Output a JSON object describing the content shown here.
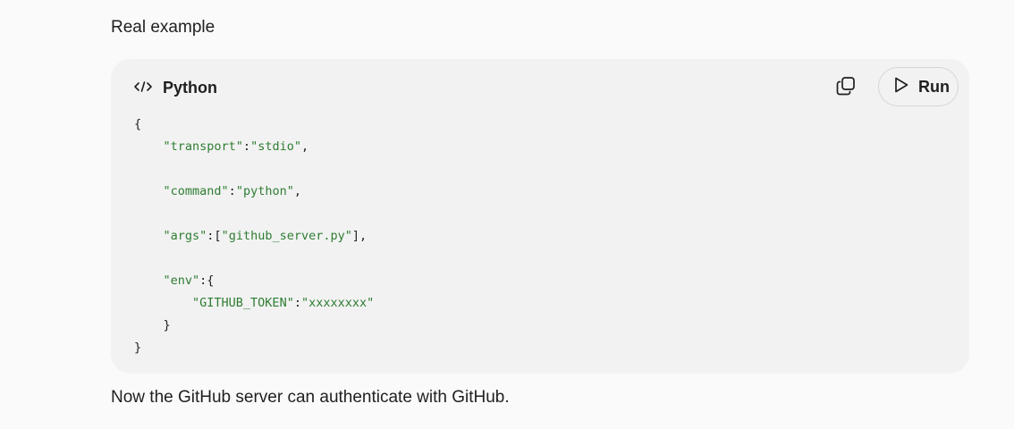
{
  "heading": "Real example",
  "code_block": {
    "language": "Python",
    "lang_icon": "code-brackets-icon",
    "copy_icon": "copy-icon",
    "run_icon": "play-icon",
    "run_label": "Run",
    "lines": {
      "l1_open": "{",
      "l2_key": "\"transport\"",
      "l2_sep": ":",
      "l2_val": "\"stdio\"",
      "l2_end": ",",
      "l4_key": "\"command\"",
      "l4_sep": ":",
      "l4_val": "\"python\"",
      "l4_end": ",",
      "l6_key": "\"args\"",
      "l6_sep": ":[",
      "l6_val": "\"github_server.py\"",
      "l6_end": "],",
      "l8_key": "\"env\"",
      "l8_sep": ":{",
      "l9_key": "\"GITHUB_TOKEN\"",
      "l9_sep": ":",
      "l9_val": "\"xxxxxxxx\"",
      "l10_close": "}",
      "l11_close": "}"
    },
    "colors": {
      "string": "#2e7d32",
      "text": "#1f1f1f",
      "card_bg": "#f2f2f2"
    }
  },
  "footer_text": "Now the GitHub server can authenticate with GitHub."
}
